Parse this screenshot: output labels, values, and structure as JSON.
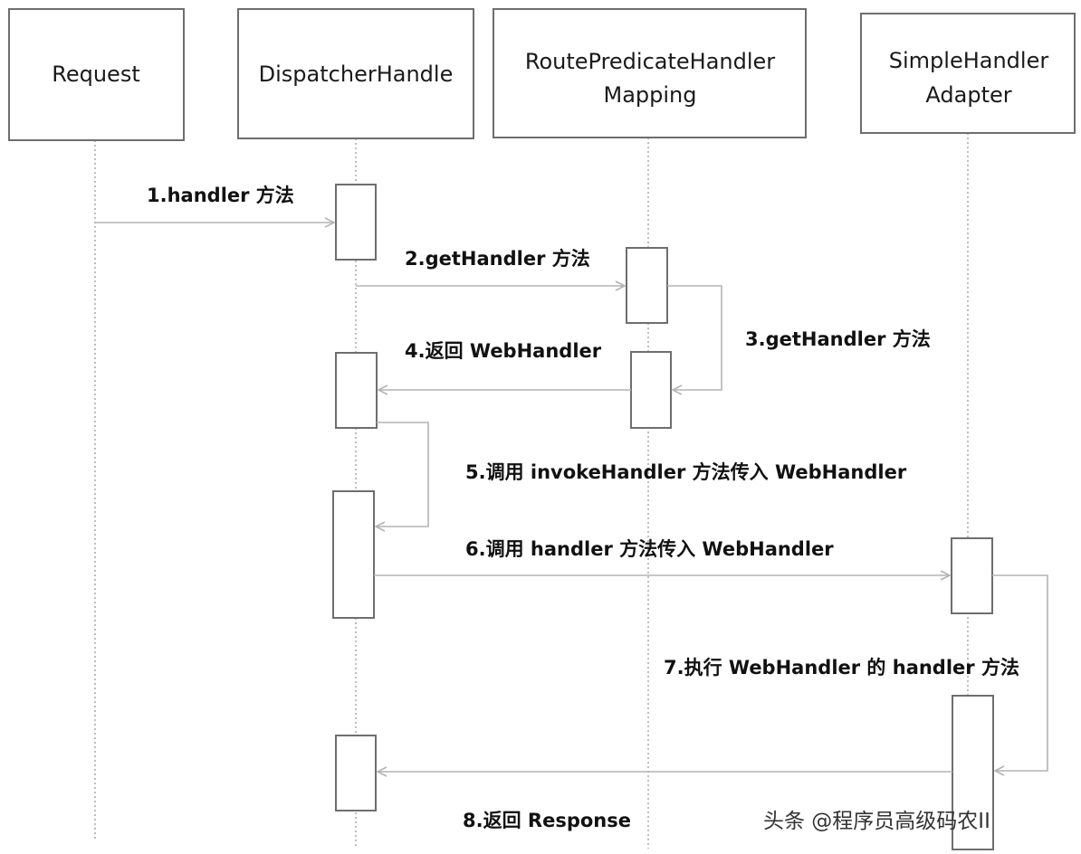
{
  "participants": [
    {
      "id": "request",
      "lines": [
        "Request"
      ]
    },
    {
      "id": "dispatcher",
      "lines": [
        "DispatcherHandle"
      ]
    },
    {
      "id": "mapping",
      "lines": [
        "RoutePredicateHandler",
        "Mapping"
      ]
    },
    {
      "id": "adapter",
      "lines": [
        "SimpleHandler",
        "Adapter"
      ]
    }
  ],
  "messages": [
    {
      "id": "m1",
      "label": "1.handler 方法"
    },
    {
      "id": "m2",
      "label": "2.getHandler 方法"
    },
    {
      "id": "m3",
      "label": "3.getHandler 方法"
    },
    {
      "id": "m4",
      "label": "4.返回 WebHandler"
    },
    {
      "id": "m5",
      "label": "5.调用 invokeHandler 方法传入 WebHandler"
    },
    {
      "id": "m6",
      "label": "6.调用 handler 方法传入 WebHandler"
    },
    {
      "id": "m7",
      "label": "7.执行 WebHandler 的 handler 方法"
    },
    {
      "id": "m8",
      "label": "8.返回 Response"
    }
  ],
  "watermark": "头条 @程序员高级码农II",
  "colors": {
    "box_stroke": "#6e6e6e",
    "arrow": "#b4b4b4",
    "lifeline": "#9a9a9a"
  }
}
